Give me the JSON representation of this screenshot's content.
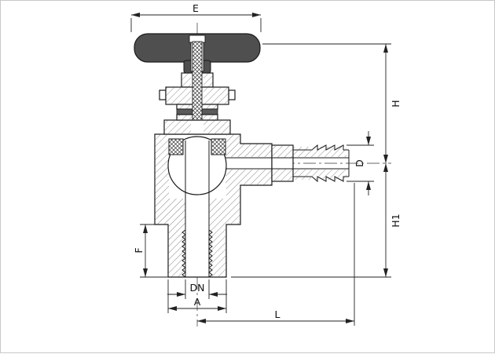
{
  "drawing": {
    "background": "#ffffff",
    "line_color": "#1a1a1a",
    "handle_color": "#4f4f4f"
  },
  "dimensions": {
    "top_width": "E",
    "upper_height": "H",
    "outlet_diameter": "D",
    "lower_height": "H1",
    "thread_depth": "F",
    "nominal_bore": "DN",
    "bottom_width": "A",
    "outlet_length": "L"
  }
}
